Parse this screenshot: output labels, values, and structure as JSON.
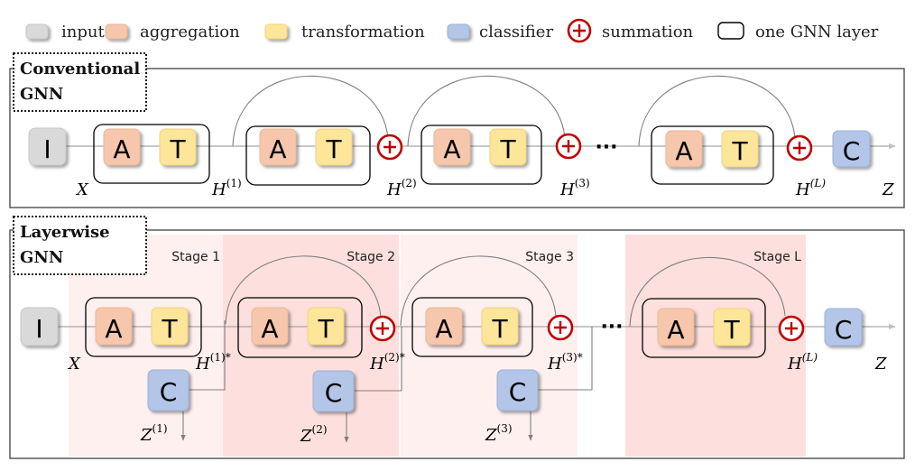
{
  "legend": {
    "items": [
      {
        "key": "input",
        "label": "input",
        "icon": "rounded-square",
        "color": "#d9d9d9"
      },
      {
        "key": "aggregation",
        "label": "aggregation",
        "icon": "rounded-square",
        "color": "#f6c7ac"
      },
      {
        "key": "transformation",
        "label": "transformation",
        "icon": "rounded-square",
        "color": "#fde59a"
      },
      {
        "key": "classifier",
        "label": "classifier",
        "icon": "rounded-square",
        "color": "#b3c6e7"
      },
      {
        "key": "summation",
        "label": "summation",
        "icon": "circled-plus",
        "color": "#c00000"
      },
      {
        "key": "layer",
        "label": "one GNN layer",
        "icon": "outlined-rounded-rect",
        "color": "#000000"
      }
    ]
  },
  "colors": {
    "input": "#d9d9d9",
    "aggregation": "#f6c7ac",
    "transformation": "#fde59a",
    "classifier": "#b3c6e7",
    "summation": "#c00000",
    "stage_light": "#fff0f0",
    "stage_dark": "#fde0dd",
    "line": "#a6a6a6",
    "arc": "#7f7f7f"
  },
  "block_letters": {
    "input": "I",
    "aggregation": "A",
    "transformation": "T",
    "classifier": "C",
    "ellipsis": "···"
  },
  "conventional": {
    "title_line1": "Conventional",
    "title_line2": "GNN",
    "labels": {
      "x": "X",
      "h1": "H",
      "h1_sup": "(1)",
      "h2": "H",
      "h2_sup": "(2)",
      "h3": "H",
      "h3_sup": "(3)",
      "hL": "H",
      "hL_sup": "(L)",
      "z": "Z"
    }
  },
  "layerwise": {
    "title_line1": "Layerwise",
    "title_line2": "GNN",
    "stages": [
      {
        "label": "Stage 1",
        "shade": "light"
      },
      {
        "label": "Stage 2",
        "shade": "dark"
      },
      {
        "label": "Stage 3",
        "shade": "light"
      },
      {
        "label": "Stage L",
        "shade": "dark"
      }
    ],
    "labels": {
      "x": "X",
      "h1": "H",
      "h1_sup": "(1)*",
      "h2": "H",
      "h2_sup": "(2)*",
      "h3": "H",
      "h3_sup": "(3)*",
      "hL": "H",
      "hL_sup": "(L)",
      "z": "Z",
      "z1": "Z",
      "z1_sup": "(1)",
      "z2": "Z",
      "z2_sup": "(2)",
      "z3": "Z",
      "z3_sup": "(3)"
    }
  }
}
